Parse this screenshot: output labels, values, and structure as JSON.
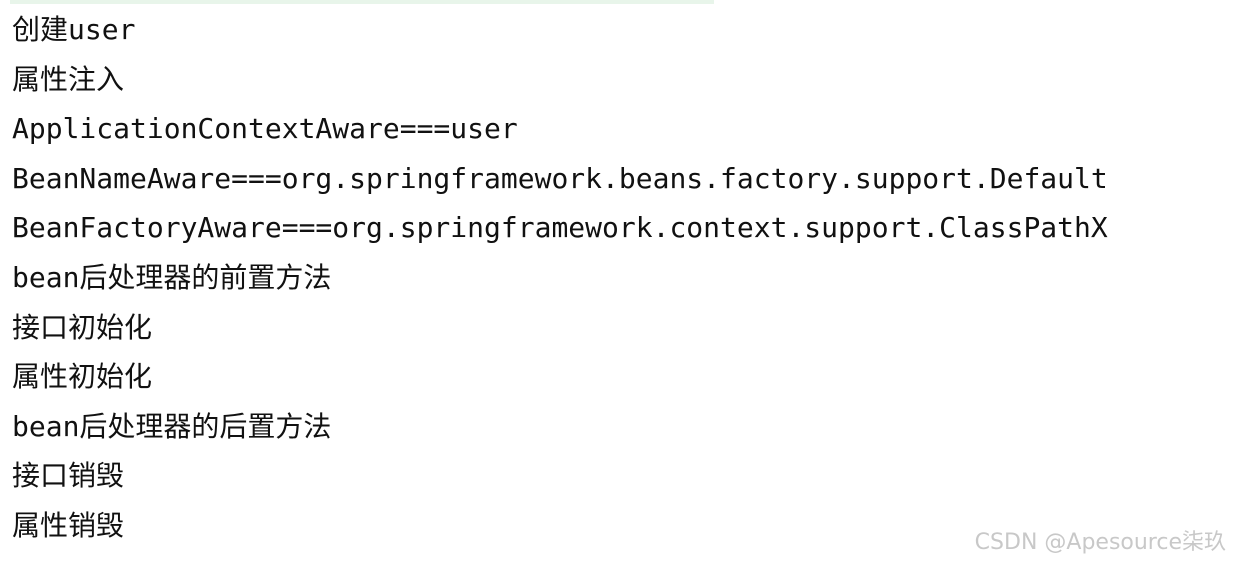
{
  "console": {
    "lines": [
      "创建user",
      "属性注入",
      "ApplicationContextAware===user",
      "BeanNameAware===org.springframework.beans.factory.support.Default",
      "BeanFactoryAware===org.springframework.context.support.ClassPathX",
      "bean后处理器的前置方法",
      "接口初始化",
      "属性初始化",
      "bean后处理器的后置方法",
      "接口销毁",
      "属性销毁"
    ]
  },
  "watermark": {
    "text": "CSDN @Apesource柒玖"
  },
  "colors": {
    "text": "#111111",
    "background": "#ffffff",
    "top_accent": "#e8f5ea",
    "watermark": "#c8c8c8"
  }
}
